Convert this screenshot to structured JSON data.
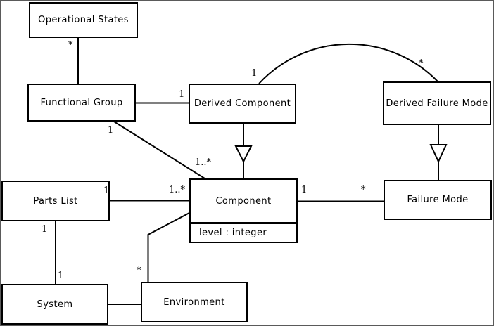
{
  "diagram": {
    "type": "uml-class-diagram",
    "background_color": "#ffffff",
    "line_color": "#000000",
    "classes": {
      "operational_states": {
        "name": "Operational States"
      },
      "functional_group": {
        "name": "Functional Group"
      },
      "derived_component": {
        "name": "Derived Component"
      },
      "derived_failure_mode": {
        "name": "Derived Failure Mode"
      },
      "parts_list": {
        "name": "Parts List"
      },
      "component": {
        "name": "Component",
        "attribute": "level : integer"
      },
      "failure_mode": {
        "name": "Failure Mode"
      },
      "system": {
        "name": "System"
      },
      "environment": {
        "name": "Environment"
      }
    },
    "multiplicities": {
      "os_fg_star": "*",
      "fg_dc_one": "1",
      "fg_comp_one": "1",
      "fg_comp_many": "1..*",
      "dc_dfm_one": "1",
      "dc_dfm_star": "*",
      "comp_fm_one": "1",
      "comp_fm_star": "*",
      "pl_comp_one": "1",
      "pl_comp_many": "1..*",
      "pl_sys_top": "1",
      "pl_sys_bottom": "1",
      "comp_env_star": "*"
    }
  }
}
